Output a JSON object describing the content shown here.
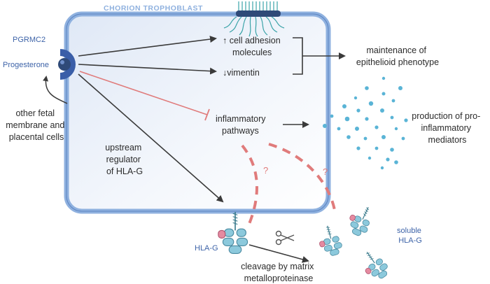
{
  "cell_title": "CHORION TROPHOBLAST",
  "receptor_label": "PGRMC2",
  "ligand_label": "Progesterone",
  "source_label": [
    "other fetal",
    "membrane and",
    "placental cells"
  ],
  "adhesion_label": [
    "↑ cell adhesion",
    "molecules"
  ],
  "vimentin_label": "↓vimentin",
  "phenotype_label": [
    "maintenance of",
    "epithelioid phenotype"
  ],
  "inflammatory_label": [
    "inflammatory",
    "pathways"
  ],
  "mediators_label": [
    "production of pro-",
    "inflammatory",
    "mediators"
  ],
  "regulator_label": [
    "upstream",
    "regulator",
    "of HLA-G"
  ],
  "question_mark": "?",
  "hlag_label": "HLA-G",
  "soluble_label": [
    "soluble",
    "HLA-G"
  ],
  "cleavage_label": [
    "cleavage by matrix",
    "metalloproteinase"
  ],
  "colors": {
    "membrane": "#8fb1df",
    "membrane_edge": "#5b84c2",
    "arrow": "#3a3a3a",
    "inhibit": "#e07b7b",
    "dash": "#e07b7b",
    "receptor": "#3a5ea8",
    "dot": "#5ab4d6",
    "hlag": "#8cc9dc",
    "hlag_pink": "#e58aa0"
  }
}
